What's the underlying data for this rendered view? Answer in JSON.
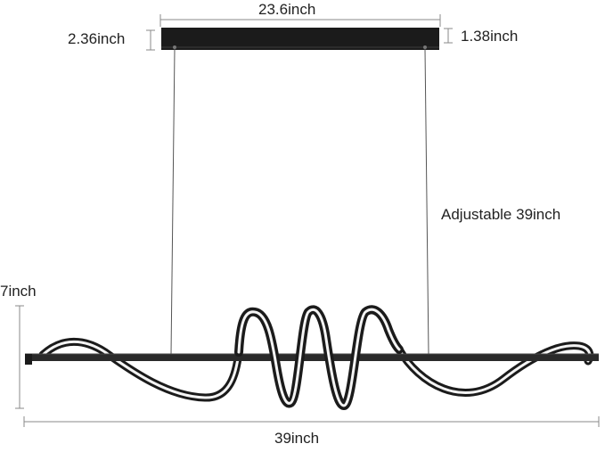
{
  "dimensions": {
    "canopy_width": "23.6inch",
    "canopy_height_left": "2.36inch",
    "canopy_height_right": "1.38inch",
    "cable_length": "Adjustable 39inch",
    "fixture_height": "7inch",
    "fixture_width": "39inch"
  },
  "colors": {
    "fixture": "#1b1b1b",
    "bar": "#2a2a2a",
    "glow": "#f4f4f4",
    "dimension_line": "#8a8a8a",
    "text": "#222222"
  }
}
